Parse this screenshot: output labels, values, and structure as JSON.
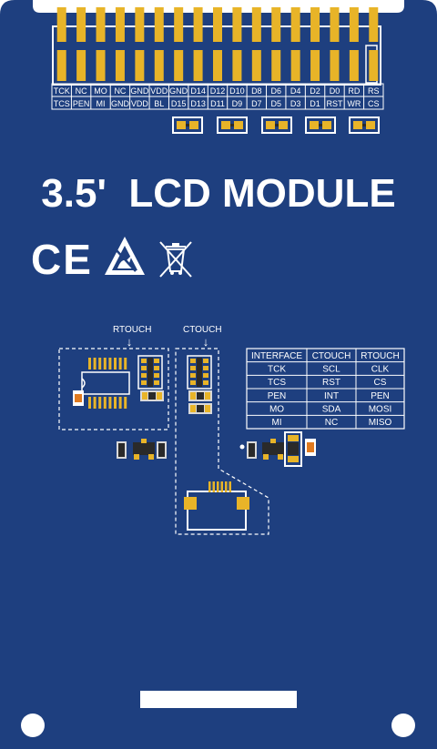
{
  "colors": {
    "board": "#1e3f7f",
    "silk": "#ffffff",
    "gold": "#e8b428",
    "pad_light": "#d9d9d9",
    "component_dark": "#2a2a2a",
    "resistor_orange": "#e07a1f"
  },
  "header": {
    "row_top": [
      "TCK",
      "NC",
      "MO",
      "NC",
      "GND",
      "VDD",
      "GND",
      "D14",
      "D12",
      "D10",
      "D8",
      "D6",
      "D4",
      "D2",
      "D0",
      "RD",
      "RS"
    ],
    "row_bottom": [
      "TCS",
      "PEN",
      "MI",
      "GND",
      "VDD",
      "BL",
      "D15",
      "D13",
      "D11",
      "D9",
      "D7",
      "D5",
      "D3",
      "D1",
      "RST",
      "WR",
      "CS"
    ]
  },
  "title": "3.5'  LCD MODULE",
  "marks": {
    "ce": "CE",
    "esd_icon": "esd-warning-icon",
    "weee_icon": "weee-crossed-bin-icon"
  },
  "touch": {
    "resistive_label": "RTOUCH",
    "capacitive_label": "CTOUCH",
    "arrow": "↓"
  },
  "table": {
    "headers": [
      "INTERFACE",
      "CTOUCH",
      "RTOUCH"
    ],
    "rows": [
      [
        "TCK",
        "SCL",
        "CLK"
      ],
      [
        "TCS",
        "RST",
        "CS"
      ],
      [
        "PEN",
        "INT",
        "PEN"
      ],
      [
        "MO",
        "SDA",
        "MOSI"
      ],
      [
        "MI",
        "NC",
        "MISO"
      ]
    ]
  }
}
